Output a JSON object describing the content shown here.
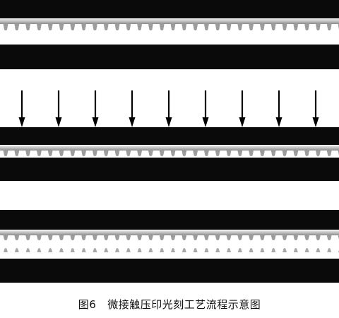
{
  "caption": {
    "figure_number": "图6",
    "text": "微接触压印光刻工艺流程示意图"
  },
  "colors": {
    "slab": "#0a0a0a",
    "stamp_body": "#c9c9c9",
    "stamp_shade": "#8f8f8f",
    "arrow": "#000000",
    "background": "#ffffff"
  },
  "stages": [
    {
      "name": "stage-1-stamp-above-substrate",
      "arrow_count": 0
    },
    {
      "name": "stage-2-pressing",
      "arrow_count": 9
    },
    {
      "name": "stage-3-separation",
      "arrow_count": 0
    }
  ]
}
